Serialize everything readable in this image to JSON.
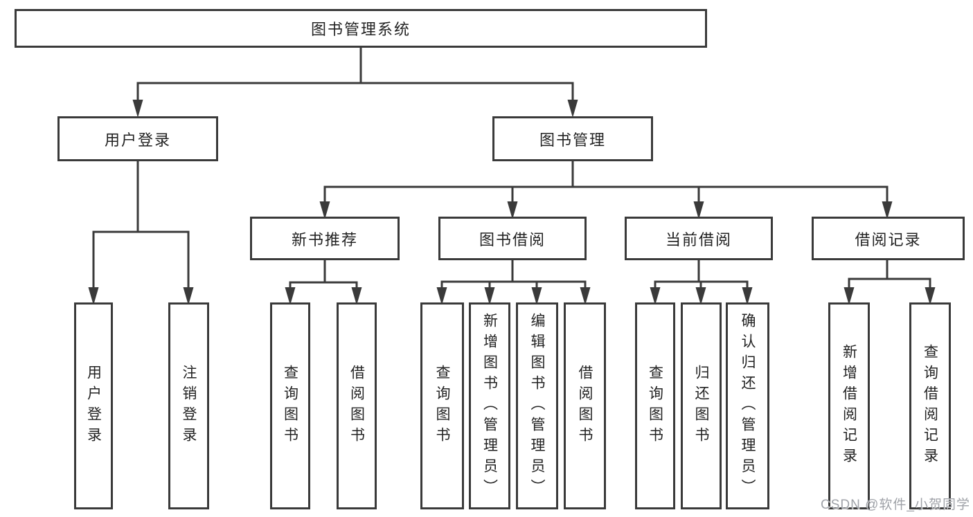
{
  "diagram": {
    "root": {
      "label": "图书管理系统"
    },
    "level2": [
      {
        "label": "用户登录"
      },
      {
        "label": "图书管理"
      }
    ],
    "level3": [
      {
        "label": "新书推荐"
      },
      {
        "label": "图书借阅"
      },
      {
        "label": "当前借阅"
      },
      {
        "label": "借阅记录"
      }
    ],
    "leaves": [
      {
        "label": "用户登录"
      },
      {
        "label": "注销登录"
      },
      {
        "label": "查询图书"
      },
      {
        "label": "借阅图书"
      },
      {
        "label": "查询图书"
      },
      {
        "label": "新增图书（管理员）"
      },
      {
        "label": "编辑图书（管理员）"
      },
      {
        "label": "借阅图书"
      },
      {
        "label": "查询图书"
      },
      {
        "label": "归还图书"
      },
      {
        "label": "确认归还（管理员）"
      },
      {
        "label": "新增借阅记录"
      },
      {
        "label": "查询借阅记录"
      }
    ]
  },
  "watermark": {
    "text": "CSDN @软件_小贺同学"
  },
  "colors": {
    "line": "#3a3a3a",
    "text": "#222222",
    "wm": "#9fa2a8"
  }
}
